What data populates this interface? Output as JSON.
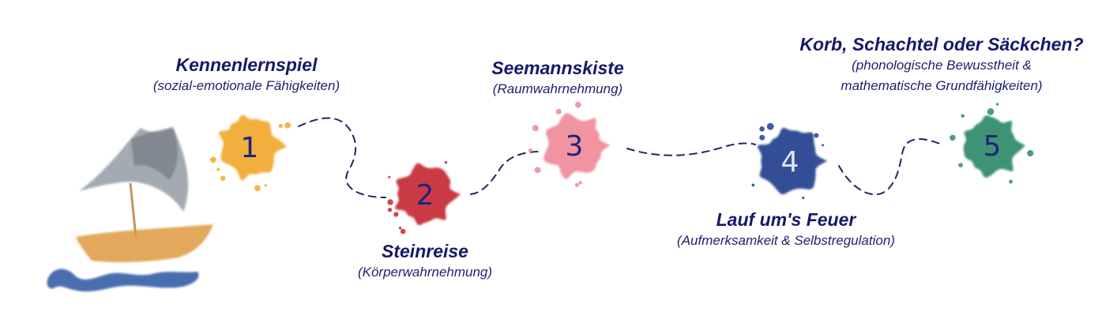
{
  "colors": {
    "path": "#1f2468",
    "text": "#17186a",
    "sail": "#8d969e",
    "hull": "#dd9a3f",
    "water": "#2b55a3"
  },
  "steps": [
    {
      "number": "1",
      "title": "Kennenlernspiel",
      "subtitle": [
        "(sozial-emotionale Fähigkeiten)"
      ],
      "color": "#f3a92e",
      "num_color": "#1e2577"
    },
    {
      "number": "2",
      "title": "Steinreise",
      "subtitle": [
        "(Körperwahrnehmung)"
      ],
      "color": "#c62a35",
      "num_color": "#1e2577"
    },
    {
      "number": "3",
      "title": "Seemannskiste",
      "subtitle": [
        "(Raumwahrnehmung)"
      ],
      "color": "#f08a99",
      "num_color": "#1e2577"
    },
    {
      "number": "4",
      "title": "Lauf um's Feuer",
      "subtitle": [
        "(Aufmerksamkeit & Selbstregulation)"
      ],
      "color": "#203f8f",
      "num_color": "#dde6f5"
    },
    {
      "number": "5",
      "title": "Korb, Schachtel oder Säckchen?",
      "subtitle": [
        "(phonologische Bewusstheit &",
        "mathematische Grundfähigkeiten)"
      ],
      "color": "#2f8a6a",
      "num_color": "#1e2577"
    }
  ]
}
